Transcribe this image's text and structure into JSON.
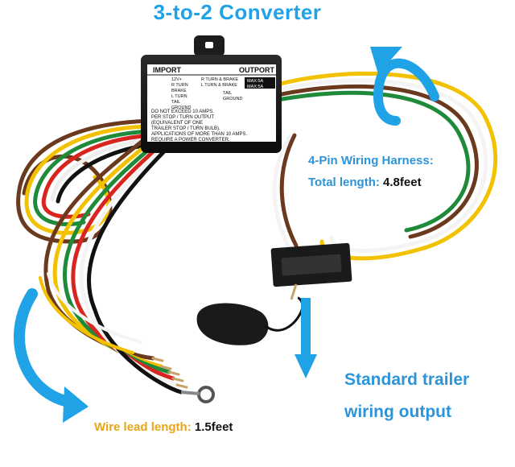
{
  "title": "3-to-2 Converter",
  "converter_label": {
    "import_header": "IMPORT",
    "output_header": "OUTPORT",
    "import_rows": [
      "12V+",
      "R TURN",
      "BRAKE",
      "L TURN",
      "TAIL",
      "GROUND"
    ],
    "output_rows": [
      "R TURN & BRAKE",
      "L TURN & BRAKE",
      "TAIL",
      "GROUND"
    ],
    "max_ratings": [
      "MAX:5A",
      "MAX:5A"
    ],
    "warning_lines": [
      "DO NOT EXCEED 10 AMPS.",
      "PER STOP / TURN OUTPUT",
      "(EQUIVALENT OF ONE",
      "TRAILER STOP / TURN BULB).",
      "APPLICATIONS OF MORE THAN 10 AMPS.",
      "REQUIRE A POWER CONVERTER."
    ]
  },
  "harness_callout": {
    "line1": "4-Pin Wiring Harness:",
    "line2_label": "Total length: ",
    "line2_value": "4.8feet"
  },
  "output_callout": {
    "line1": "Standard trailer",
    "line2": "wiring output"
  },
  "lead_callout": {
    "label": "Wire lead length: ",
    "value": "1.5feet"
  },
  "colors": {
    "accent_blue": "#1fa3e6",
    "label_gold": "#e8a51a",
    "wire_white": "#f4f4f4",
    "wire_brown": "#6b3a1e",
    "wire_yellow": "#f2c200",
    "wire_green": "#1f8a3a",
    "wire_red": "#d8251f",
    "wire_black": "#111111"
  }
}
